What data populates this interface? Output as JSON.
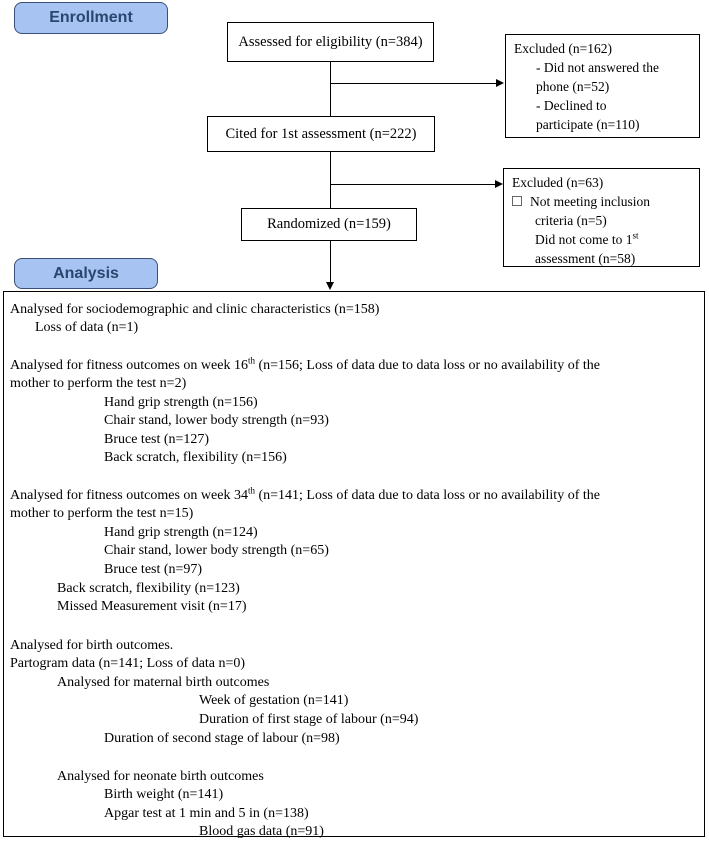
{
  "phases": {
    "enrollment": "Enrollment",
    "analysis": "Analysis"
  },
  "flow": {
    "assessed": "Assessed for eligibility (n=384)",
    "cited": "Cited for 1st assessment (n=222)",
    "randomized": "Randomized (n=159)"
  },
  "excluded1": {
    "title": "Excluded (n=162)",
    "lines": [
      "- Did not answered the",
      "phone (n=52)",
      "- Declined to",
      "participate (n=110)"
    ]
  },
  "excluded2": {
    "title": "Excluded (n=63)",
    "line1": "Not meeting inclusion",
    "line2": "criteria (n=5)",
    "line3": "Did not come to 1",
    "line3_sup": "st",
    "line4": "assessment (n=58)"
  },
  "analysis": {
    "l1": "Analysed for sociodemographic and clinic characteristics (n=158)",
    "l2": "Loss of data (n=1)",
    "w16_pre": "Analysed for fitness outcomes on week 16",
    "w16_sup": "th",
    "w16_post": " (n=156; Loss of data due to data loss or no availability of the",
    "w16_l2": "mother to perform the test n=2)",
    "w16_items": [
      "Hand grip strength (n=156)",
      "Chair stand, lower body strength (n=93)",
      "Bruce test (n=127)",
      "Back scratch, flexibility (n=156)"
    ],
    "w34_pre": "Analysed for fitness outcomes on week 34",
    "w34_sup": "th",
    "w34_post": " (n=141; Loss of data due to data loss or no availability of the",
    "w34_l2": "mother to perform the test n=15)",
    "w34_items": [
      "Hand grip strength (n=124)",
      "Chair stand, lower body strength (n=65)",
      "Bruce test (n=97)"
    ],
    "w34_extra": [
      "Back scratch, flexibility (n=123)",
      "Missed Measurement visit (n=17)"
    ],
    "birth": "Analysed for birth outcomes.",
    "partogram": "Partogram data (n=141; Loss of data n=0)",
    "maternal": "Analysed for maternal birth outcomes",
    "maternal_items": [
      "Week of gestation (n=141)",
      "Duration of first stage of labour (n=94)"
    ],
    "maternal_second": "Duration of second stage of labour (n=98)",
    "neonate": "Analysed for neonate birth outcomes",
    "neonate_items": [
      "Birth weight (n=141)",
      "Apgar test at 1 min and 5 in (n=138)"
    ],
    "blood_gas": "Blood gas data (n=91)"
  }
}
